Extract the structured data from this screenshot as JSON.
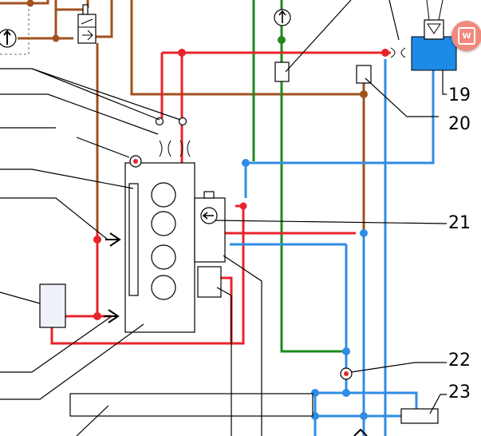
{
  "diagram": {
    "labels": [
      {
        "id": "19",
        "text": "19"
      },
      {
        "id": "20",
        "text": "20"
      },
      {
        "id": "21",
        "text": "21"
      },
      {
        "id": "22",
        "text": "22"
      },
      {
        "id": "23",
        "text": "23"
      }
    ],
    "colors": {
      "coolant_hot": "#e8242b",
      "coolant_cold": "#2f8de4",
      "lube": "#a0521f",
      "green_line": "#1e8a1e",
      "tank": "#1e8ae8"
    }
  },
  "overlay": {
    "extension_icon": "word-extension-icon",
    "extension_letter": "W"
  }
}
